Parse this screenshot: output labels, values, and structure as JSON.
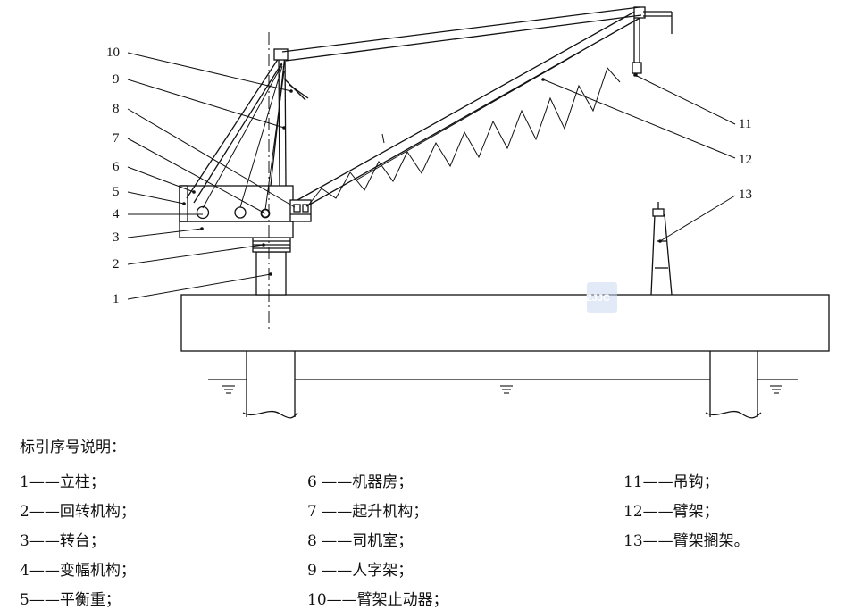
{
  "callouts": {
    "c1": "1",
    "c2": "2",
    "c3": "3",
    "c4": "4",
    "c5": "5",
    "c6": "6",
    "c7": "7",
    "c8": "8",
    "c9": "9",
    "c10": "10",
    "c11": "11",
    "c12": "12",
    "c13": "13"
  },
  "watermark": "ZJJC",
  "legend": {
    "title": "标引序号说明：",
    "items": [
      "1——立柱；",
      "2——回转机构；",
      "3——转台；",
      "4——变幅机构；",
      "5——平衡重；",
      "6 ——机器房；",
      "7 ——起升机构；",
      "8 ——司机室；",
      "9 ——人字架；",
      "10——臂架止动器；",
      "11——吊钩；",
      "12——臂架；",
      "13——臂架搁架。"
    ]
  }
}
